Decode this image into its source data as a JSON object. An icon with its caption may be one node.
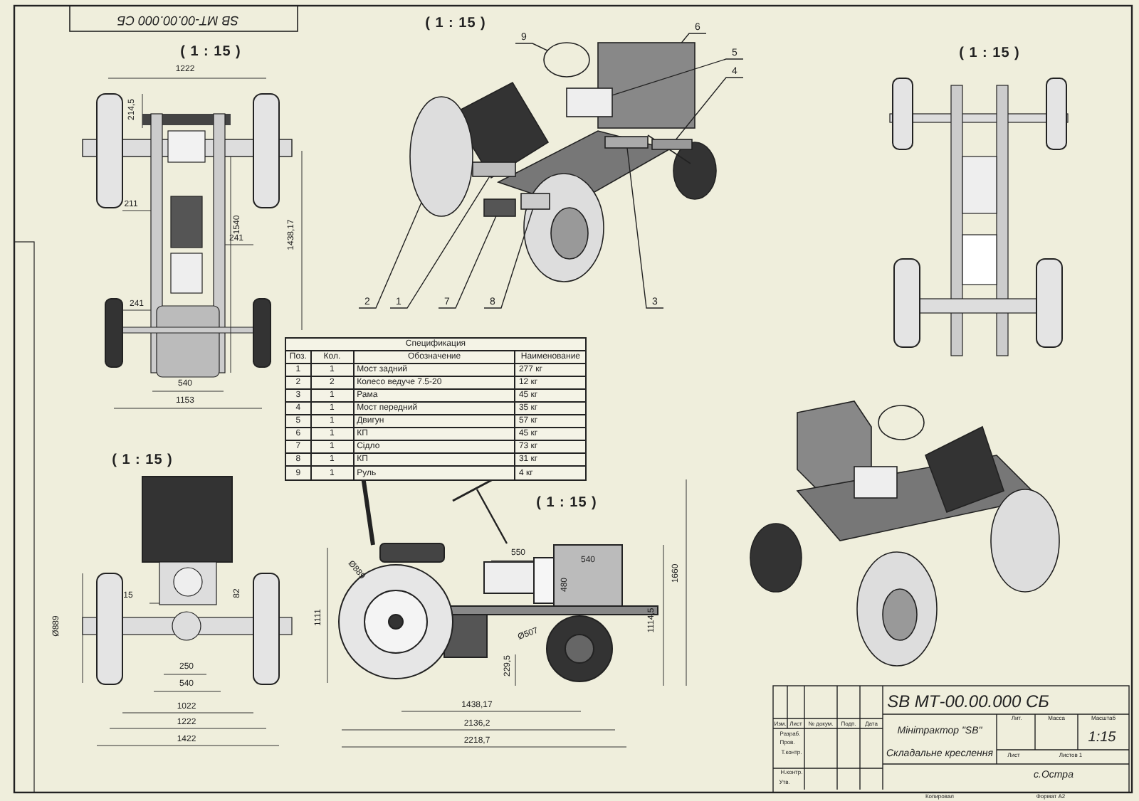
{
  "diagram": {
    "nodes": [
      {
        "text": [
          "9"
        ]
      },
      {
        "text": [
          "6"
        ]
      },
      {
        "text": [
          "5"
        ]
      },
      {
        "text": [
          "4"
        ]
      },
      {
        "text": [
          "2"
        ]
      },
      {
        "text": [
          "1"
        ]
      },
      {
        "text": [
          "7"
        ]
      },
      {
        "text": [
          "8"
        ]
      },
      {
        "text": [
          "3"
        ]
      },
      {
        "text": [],
        "shape": "circle"
      },
      {
        "text": [],
        "shape": "box"
      },
      {
        "text": [],
        "shape": "box"
      },
      {
        "text": [],
        "shape": "box"
      },
      {
        "text": [],
        "shape": "circle"
      },
      {
        "text": [],
        "shape": "box"
      },
      {
        "text": [],
        "shape": "box"
      },
      {
        "text": [],
        "shape": "box"
      },
      {
        "text": [],
        "shape": "box"
      }
    ],
    "edges": [
      {
        "from": 0,
        "to": 9,
        "arrow": "none"
      },
      {
        "from": 1,
        "to": 10,
        "arrow": "none"
      },
      {
        "from": 2,
        "to": 11,
        "arrow": "none"
      },
      {
        "from": 3,
        "to": 12,
        "arrow": "none"
      },
      {
        "from": 4,
        "to": 13,
        "arrow": "none"
      },
      {
        "from": 5,
        "to": 14,
        "arrow": "none"
      },
      {
        "from": 6,
        "to": 15,
        "arrow": "none"
      },
      {
        "from": 7,
        "to": 16,
        "arrow": "none"
      },
      {
        "from": 8,
        "to": 17,
        "arrow": "none"
      }
    ],
    "labels": [
      "SB МТ-00.00.000 СБ",
      "( 1 : 15 )",
      "( 1 : 15 )",
      "( 1 : 15 )",
      "1222",
      "214,5",
      "211",
      "1540",
      "241",
      "1438,17",
      "241",
      "540",
      "1153",
      "Спецификация",
      "Поз.",
      "Кол.",
      "Обозначение",
      "Наименование",
      "1",
      "1",
      "Мост задний",
      "277 кг",
      "2",
      "2",
      "Колесо ведуче 7.5-20",
      "12 кг",
      "3",
      "1",
      "Рама",
      "45 кг",
      "4",
      "1",
      "Мост передний",
      "35 кг",
      "5",
      "1",
      "Двигун",
      "57 кг",
      "6",
      "1",
      "КП",
      "45 кг",
      "7",
      "1",
      "Сідло",
      "73 кг",
      "8",
      "1",
      "КП",
      "31 кг",
      "9",
      "1",
      "Руль",
      "4 кг",
      "( 1 : 15 )",
      "15",
      "82",
      "Ø889",
      "250",
      "540",
      "1022",
      "1222",
      "1422",
      "( 1 : 15 )",
      "Ø889",
      "550",
      "540",
      "480",
      "1111",
      "1660",
      "1114,5",
      "Ø507",
      "229,5",
      "1438,17",
      "2136,2",
      "2218,7",
      "SB МТ-00.00.000 СБ",
      "Мінітрактор \"SB\"",
      "Складальне креслення",
      "Лит.",
      "Масса",
      "Масштаб",
      "1:15",
      "Лист",
      "Листов 1",
      "с.Остра",
      "Изм.",
      "Лист",
      "№ докум.",
      "Подп.",
      "Дата",
      "Разраб.",
      "Пров.",
      "Т.контр.",
      "Н.контр.",
      "Утв.",
      "Копировал",
      "Формат A2"
    ]
  }
}
